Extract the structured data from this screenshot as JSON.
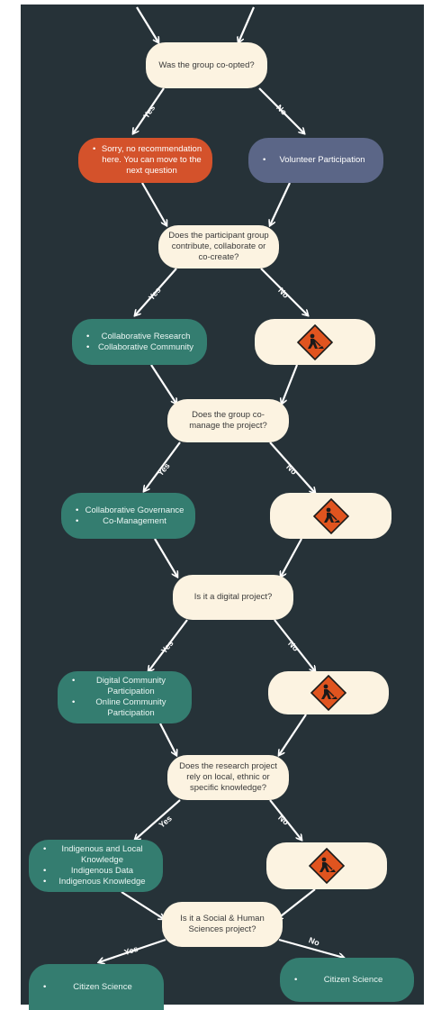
{
  "questions": {
    "q1": "Was the group co-opted?",
    "q2": "Does the participant group contribute, collaborate or co-create?",
    "q3": "Does the group co-manage the project?",
    "q4": "Is it a digital project?",
    "q5": "Does the research project rely on local, ethnic or specific knowledge?",
    "q6": "Is it a Social & Human Sciences project?"
  },
  "outcomes": {
    "o1": [
      "Sorry, no recommendation here. You can move to the next question"
    ],
    "o2": [
      "Volunteer Participation"
    ],
    "o3": [
      "Collaborative Research",
      "Collaborative Community"
    ],
    "o4": [
      "Collaborative Governance",
      "Co-Management"
    ],
    "o5": [
      "Digital Community Participation",
      "Online Community Participation"
    ],
    "o6": [
      "Indigenous and Local Knowledge",
      "Indigenous Data",
      "Indigenous Knowledge"
    ],
    "o7": [
      "Citizen Science"
    ],
    "o8": [
      "Citizen Science"
    ]
  },
  "labels": {
    "yes": "Yes",
    "no": "No"
  },
  "icons": {
    "under_construction": "construction-sign-icon"
  },
  "colors": {
    "background": "#263238",
    "question_box": "#fcf3e1",
    "teal": "#347d70",
    "red": "#d4522b",
    "slate": "#5b6687",
    "sign": "#e0541f"
  }
}
